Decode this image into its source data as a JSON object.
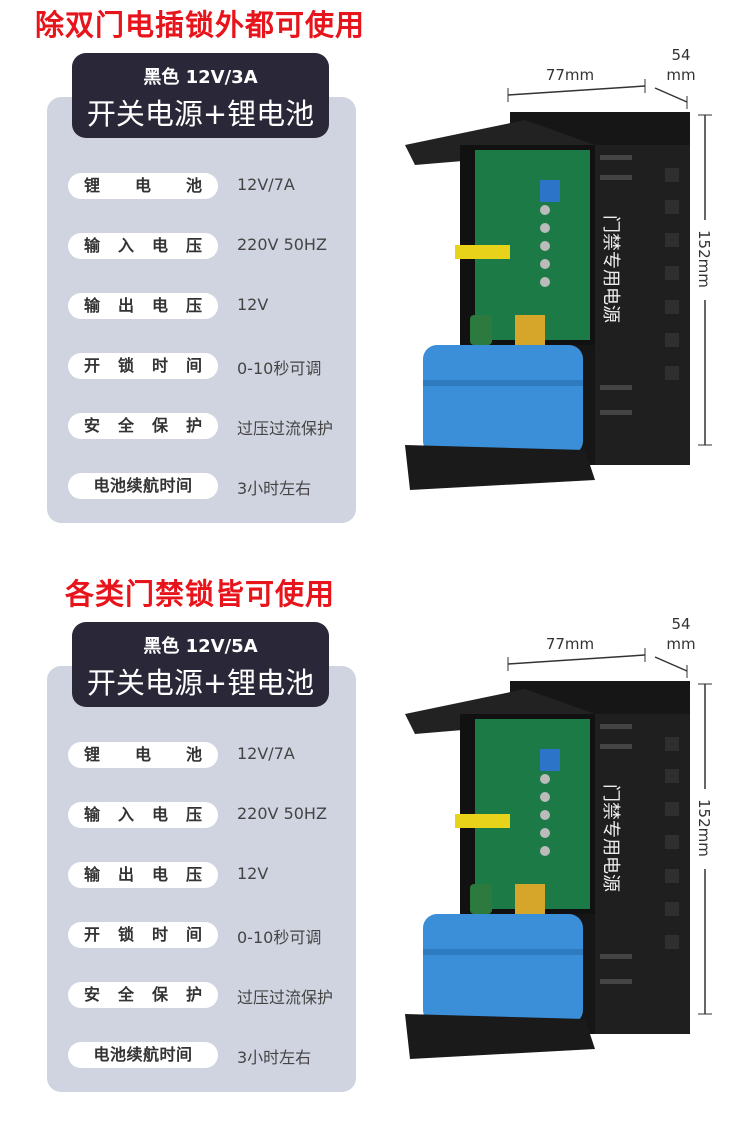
{
  "sections": [
    {
      "title": "除双门电插锁外都可使用",
      "badge_line1": "黑色 12V/3A",
      "badge_line2": "开关电源+锂电池",
      "specs": [
        {
          "label": "锂电池",
          "value": "12V/7A"
        },
        {
          "label": "输入电压",
          "value": "220V 50HZ"
        },
        {
          "label": "输出电压",
          "value": "12V"
        },
        {
          "label": "开锁时间",
          "value": "0-10秒可调"
        },
        {
          "label": "安全保护",
          "value": "过压过流保护"
        },
        {
          "label": "电池续航时间",
          "value": "3小时左右"
        }
      ],
      "product": {
        "width": "77mm",
        "depth_top": "54",
        "depth_bottom": "mm",
        "height": "152mm",
        "case_text": "门禁专用电源"
      }
    },
    {
      "title": "各类门禁锁皆可使用",
      "badge_line1": "黑色 12V/5A",
      "badge_line2": "开关电源+锂电池",
      "specs": [
        {
          "label": "锂电池",
          "value": "12V/7A"
        },
        {
          "label": "输入电压",
          "value": "220V 50HZ"
        },
        {
          "label": "输出电压",
          "value": "12V"
        },
        {
          "label": "开锁时间",
          "value": "0-10秒可调"
        },
        {
          "label": "安全保护",
          "value": "过压过流保护"
        },
        {
          "label": "电池续航时间",
          "value": "3小时左右"
        }
      ],
      "product": {
        "width": "77mm",
        "depth_top": "54",
        "depth_bottom": "mm",
        "height": "152mm",
        "case_text": "门禁专用电源"
      }
    }
  ],
  "colors": {
    "title": "#e8141b",
    "badge": "#2a2838",
    "panel": "#d0d4e1",
    "battery": "#3a8fd8"
  }
}
